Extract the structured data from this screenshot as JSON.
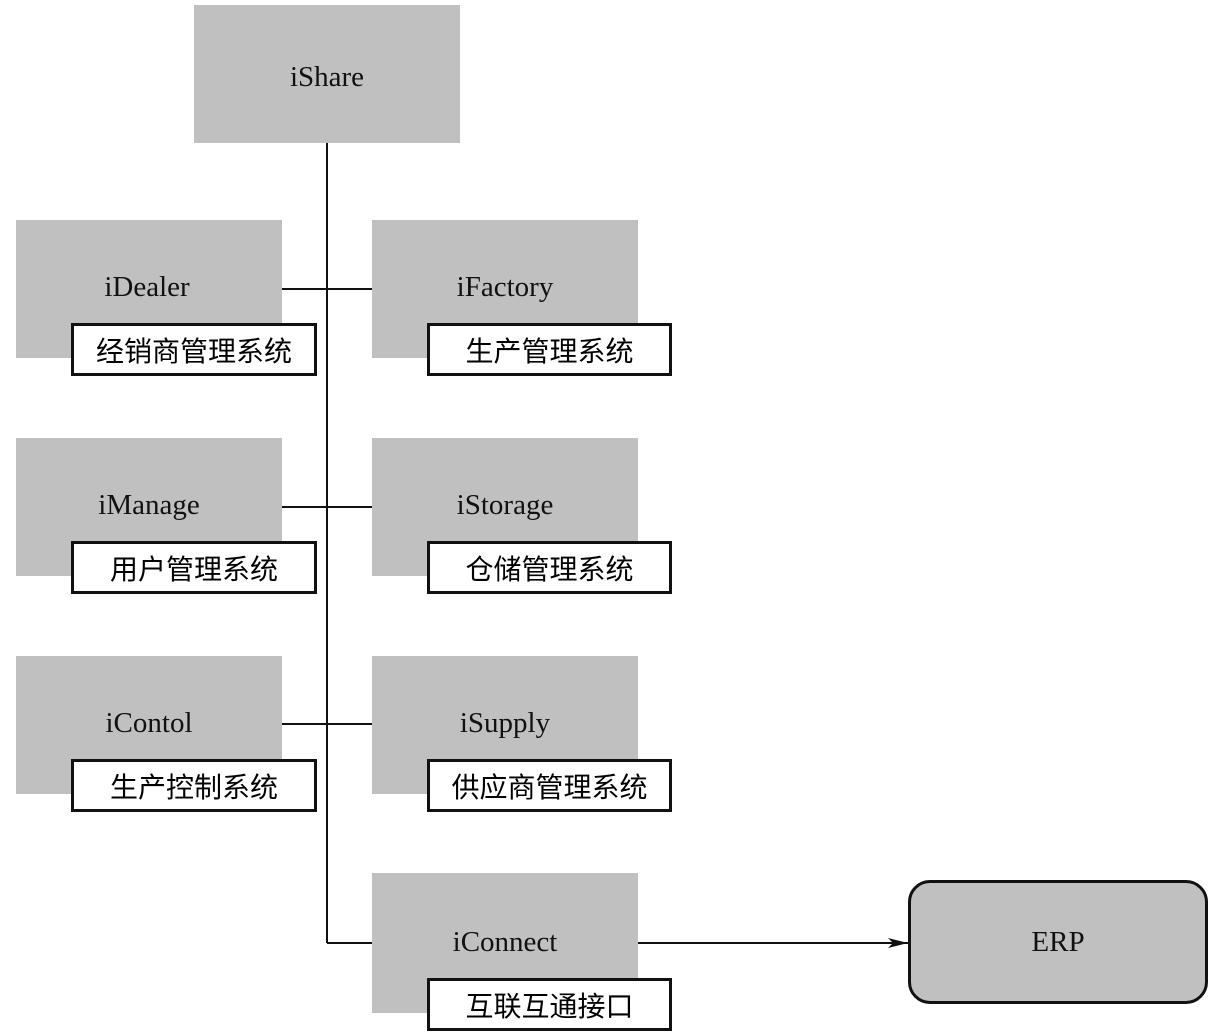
{
  "nodes": {
    "ishare": {
      "name": "iShare"
    },
    "idealer": {
      "name": "iDealer",
      "desc": "经销商管理系统"
    },
    "ifactory": {
      "name": "iFactory",
      "desc": "生产管理系统"
    },
    "imanage": {
      "name": "iManage",
      "desc": "用户管理系统"
    },
    "istorage": {
      "name": "iStorage",
      "desc": "仓储管理系统"
    },
    "icontol": {
      "name": "iContol",
      "desc": "生产控制系统"
    },
    "isupply": {
      "name": "iSupply",
      "desc": "供应商管理系统"
    },
    "iconnect": {
      "name": "iConnect",
      "desc": "互联互通接口"
    },
    "erp": {
      "name": "ERP"
    }
  },
  "colors": {
    "node_fill": "#c0c0c0",
    "line": "#111111"
  }
}
